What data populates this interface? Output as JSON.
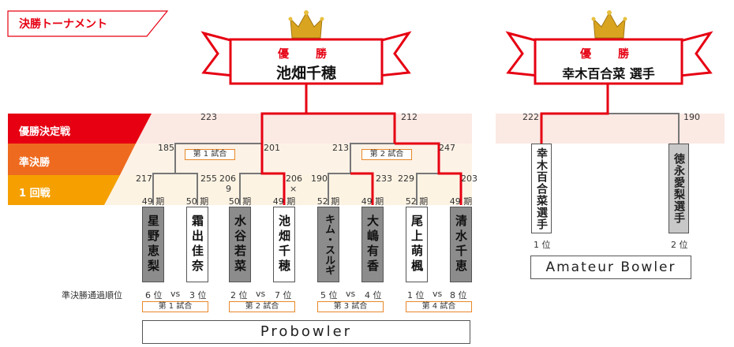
{
  "header": {
    "title": "決勝トーナメント"
  },
  "rounds": {
    "final": "優勝決定戦",
    "semi": "準決勝",
    "first": "1 回戦"
  },
  "pro": {
    "champion_label": "優　勝",
    "champion_name": "池畑千穂",
    "final_scores": [
      "223",
      "212"
    ],
    "semi_scores": [
      "185",
      "201",
      "213",
      "247"
    ],
    "semi_match_labels": [
      "第 1 試合",
      "第 2 試合"
    ],
    "first_scores": [
      "217",
      "255",
      "206",
      "9",
      "206",
      "×",
      "190",
      "233",
      "229",
      "203"
    ],
    "generations": [
      "49 期",
      "50 期",
      "50 期",
      "49 期",
      "52 期",
      "49 期",
      "52 期",
      "49 期"
    ],
    "players": [
      "星野恵梨",
      "霜出佳奈",
      "水谷若菜",
      "池畑千穂",
      "キム・スルギ",
      "大嶋有香",
      "尾上萌楓",
      "清水千恵"
    ],
    "ranking_label": "準決勝通過順位",
    "rank_pairs": [
      {
        "a": "6 位",
        "vs": "vs",
        "b": "3 位"
      },
      {
        "a": "2 位",
        "vs": "vs",
        "b": "7 位"
      },
      {
        "a": "5 位",
        "vs": "vs",
        "b": "4 位"
      },
      {
        "a": "1 位",
        "vs": "vs",
        "b": "8 位"
      }
    ],
    "first_match_labels": [
      "第 1 試合",
      "第 2 試合",
      "第 3 試合",
      "第 4 試合"
    ],
    "division": "Probowler"
  },
  "amateur": {
    "champion_label": "優　勝",
    "champion_name": "幸木百合菜 選手",
    "scores": [
      "222",
      "190"
    ],
    "players": [
      "幸木百合菜選手",
      "徳永愛梨選手"
    ],
    "ranks": [
      "1 位",
      "2 位"
    ],
    "division": "Amateur Bowler"
  },
  "colors": {
    "accent": "#e60012",
    "final_row": "#e60012",
    "semi_row": "#ee6a1f",
    "first_row": "#f5a000",
    "dark_card": "#8c8c8c"
  }
}
